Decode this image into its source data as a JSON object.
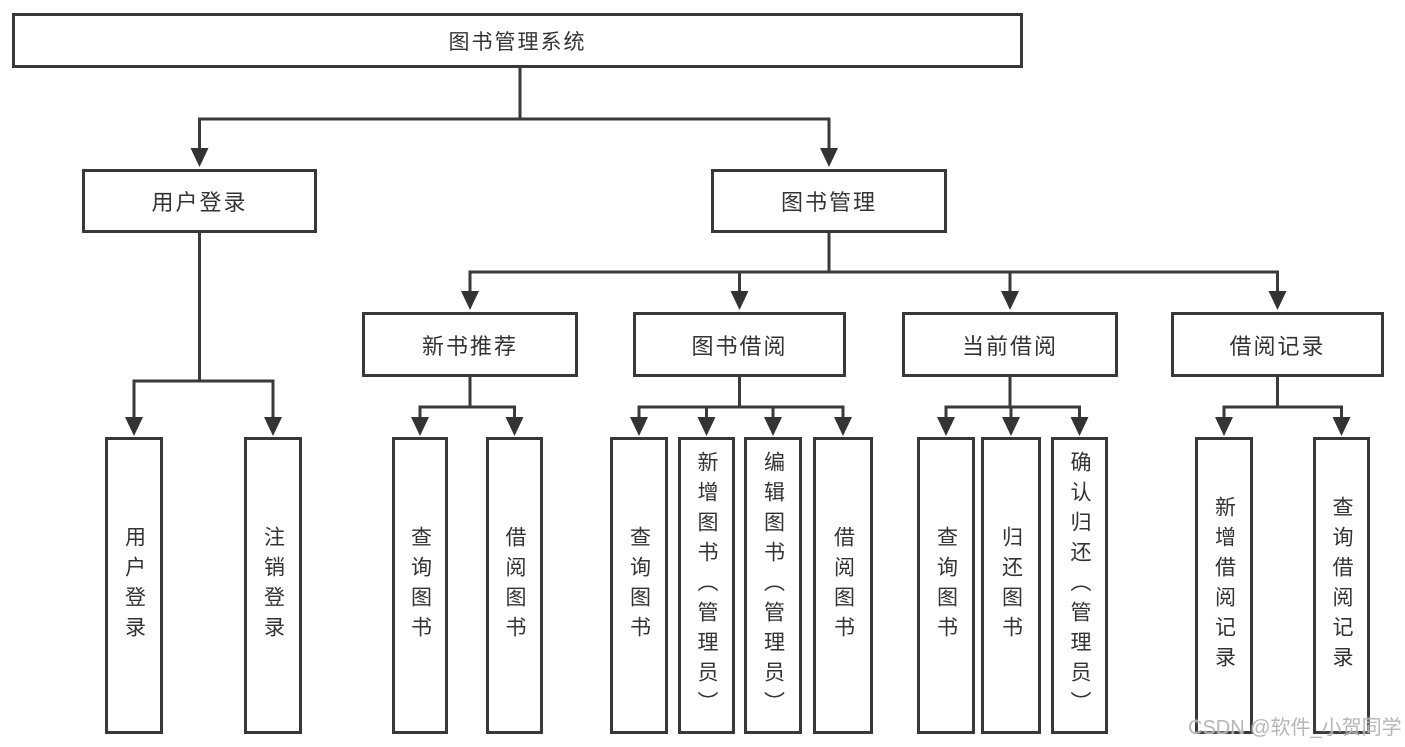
{
  "diagram": {
    "colors": {
      "line": "#3a3a3a",
      "box_border": "#383838",
      "text": "#333333",
      "background": "#ffffff",
      "watermark": "#b2b2b2"
    },
    "root": {
      "label": "图书管理系统"
    },
    "level2": {
      "user_login": {
        "label": "用户登录"
      },
      "book_mgmt": {
        "label": "图书管理"
      }
    },
    "level3": {
      "new_books": {
        "label": "新书推荐"
      },
      "book_borrow": {
        "label": "图书借阅"
      },
      "current_borrow": {
        "label": "当前借阅"
      },
      "borrow_records": {
        "label": "借阅记录"
      }
    },
    "leaves": {
      "login": {
        "label": "用户登录"
      },
      "logout": {
        "label": "注销登录"
      },
      "nb_query": {
        "label": "查询图书"
      },
      "nb_borrow": {
        "label": "借阅图书"
      },
      "bb_query": {
        "label": "查询图书"
      },
      "bb_add": {
        "label": "新增图书（管理员）"
      },
      "bb_edit": {
        "label": "编辑图书（管理员）"
      },
      "bb_borrow": {
        "label": "借阅图书"
      },
      "cb_query": {
        "label": "查询图书"
      },
      "cb_return": {
        "label": "归还图书"
      },
      "cb_confirm": {
        "label": "确认归还（管理员）"
      },
      "br_add": {
        "label": "新增借阅记录"
      },
      "br_query": {
        "label": "查询借阅记录"
      }
    },
    "watermark": "CSDN @软件_小贺同学"
  }
}
